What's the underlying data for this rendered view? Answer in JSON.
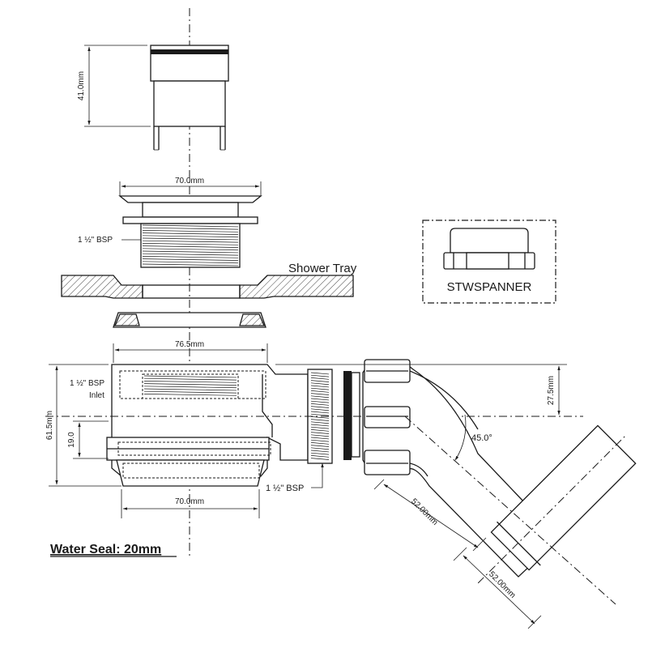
{
  "labels": {
    "cap_height": "41.0mm",
    "flange_width": "70.0mm",
    "upper_thread": "1 ½\" BSP",
    "shower_tray": "Shower Tray",
    "tool_name": "STWSPANNER",
    "body_width": "76.5mm",
    "inlet_thread": "1 ½\" BSP",
    "inlet_word": "Inlet",
    "body_height": "61.5mm",
    "seal_depth": "19.0",
    "base_width": "70.0mm",
    "outlet_thread": "1 ½\" BSP",
    "outlet_offset": "27.5mm",
    "angle": "45.0°",
    "outlet_length_a": "52.00mm",
    "outlet_length_b": "52.00mm",
    "water_seal": "Water Seal: 20mm"
  }
}
